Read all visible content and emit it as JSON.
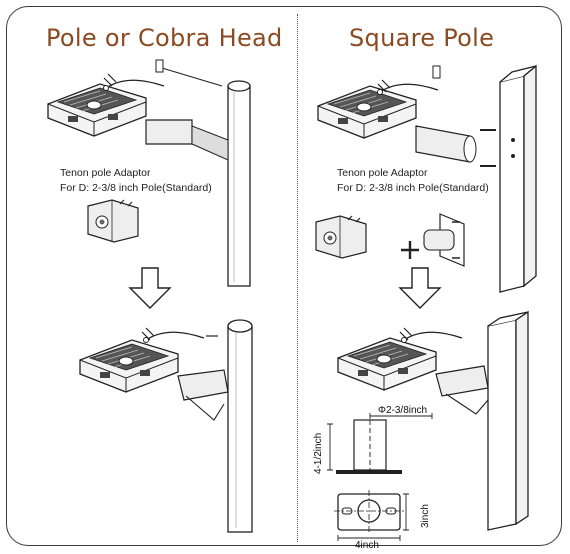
{
  "panels": {
    "left": {
      "title": "Pole or Cobra Head",
      "adaptor_label": "Tenon pole Adaptor",
      "adaptor_spec": "For D: 2-3/8 inch Pole(Standard)"
    },
    "right": {
      "title": "Square Pole",
      "adaptor_label": "Tenon pole Adaptor",
      "adaptor_spec": "For D: 2-3/8 inch Pole(Standard)",
      "dimensions": {
        "diameter": "Φ2-3/8inch",
        "height": "4-1/2inch",
        "plate_width": "4inch",
        "plate_height": "3inch"
      }
    }
  },
  "icons": [
    "down-arrow-icon",
    "plus-icon"
  ],
  "colors": {
    "title": "#8a4a22",
    "line": "#333333"
  }
}
